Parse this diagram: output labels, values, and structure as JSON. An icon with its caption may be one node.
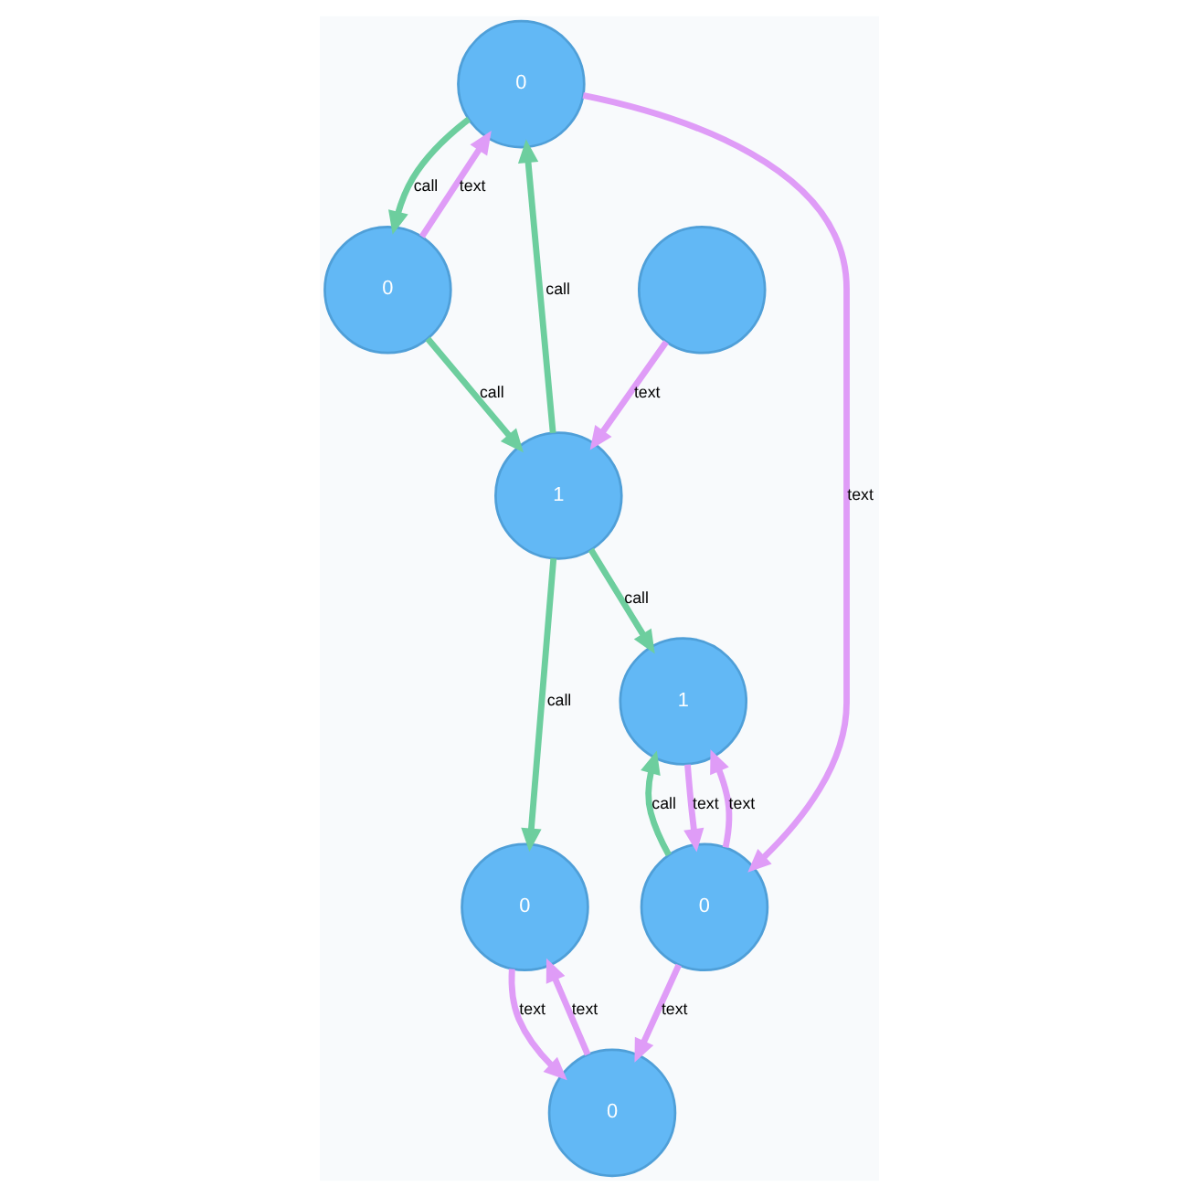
{
  "diagram": {
    "nodes": [
      {
        "text": [
          "0"
        ]
      },
      {
        "text": [
          "0"
        ]
      },
      {
        "text": [
          "0"
        ]
      },
      {
        "text": [
          "1"
        ]
      },
      {
        "text": [
          "1"
        ]
      },
      {
        "text": [],
        "shape": "circle"
      },
      {
        "text": [
          "0"
        ]
      },
      {
        "text": [
          "0"
        ]
      }
    ],
    "edges": [
      {
        "from": 1,
        "to": 0,
        "arrow": "to",
        "label": "text"
      },
      {
        "from": 0,
        "to": 1,
        "arrow": "to",
        "label": "call",
        "color": "#6dce9e"
      },
      {
        "from": 0,
        "to": 2,
        "arrow": "to",
        "label": "text"
      },
      {
        "from": 1,
        "to": 4,
        "arrow": "to",
        "label": "call",
        "color": "#6dce9e"
      },
      {
        "from": 4,
        "to": 0,
        "arrow": "to",
        "label": "call",
        "color": "#6dce9e"
      },
      {
        "from": 3,
        "to": 2,
        "arrow": "to",
        "label": "text"
      },
      {
        "from": 2,
        "to": 3,
        "arrow": "to",
        "label": "text"
      },
      {
        "from": 2,
        "to": 3,
        "arrow": "to",
        "label": "call",
        "color": "#6dce9e"
      },
      {
        "from": 4,
        "to": 3,
        "arrow": "to",
        "label": "call",
        "color": "#6dce9e"
      },
      {
        "from": 5,
        "to": 4,
        "arrow": "to",
        "label": "text"
      },
      {
        "from": 4,
        "to": 7,
        "arrow": "to",
        "label": "call",
        "color": "#6dce9e"
      },
      {
        "from": 2,
        "to": 6,
        "arrow": "to",
        "label": "text"
      },
      {
        "from": 7,
        "to": 6,
        "arrow": "to",
        "label": "text"
      },
      {
        "from": 6,
        "to": 7,
        "arrow": "to",
        "label": "text"
      }
    ]
  }
}
